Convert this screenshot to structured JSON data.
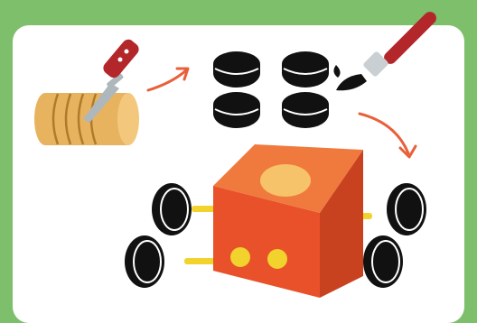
{
  "illustration": {
    "steps": [
      "cut-cork",
      "paint-wheels",
      "assemble-box-car"
    ],
    "objects": {
      "knife": "knife-icon",
      "cork_roll": "cork-roll",
      "wheel_slices": 4,
      "paintbrush": "paintbrush-icon",
      "box_car": "box-car",
      "car_wheels": 4,
      "axles": 4
    },
    "colors": {
      "background": "#7dbf6a",
      "card": "#ffffff",
      "cork": "#e7b35f",
      "cork_ring": "#b07a2c",
      "knife_handle": "#b3262a",
      "knife_blade": "#aeb7bb",
      "wheel": "#111111",
      "arrow": "#e8603a",
      "box_front": "#e8512a",
      "box_side": "#c8421f",
      "box_top": "#f07a3d",
      "box_window": "#f6c36a",
      "box_dots": "#f2d22c",
      "axle": "#f2d22c",
      "brush_handle": "#b3262a",
      "brush_ferrule": "#c9cfd2"
    }
  }
}
